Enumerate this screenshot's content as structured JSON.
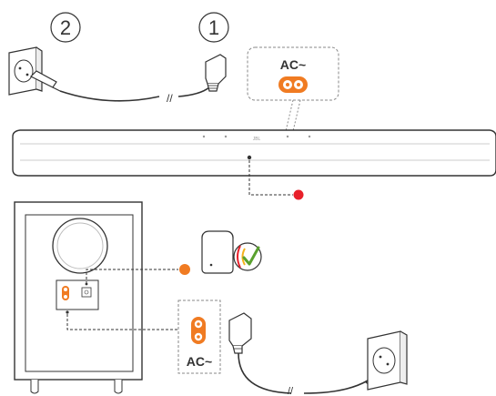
{
  "steps": {
    "step1_number": "1",
    "step2_number": "2"
  },
  "labels": {
    "ac_top": "AC~",
    "ac_bottom": "AC~",
    "brand": "JBL",
    "cable_break_mark": "//"
  },
  "icons": {
    "wall_outlet_top": "wall-outlet-icon",
    "wall_outlet_bottom": "wall-outlet-icon",
    "ac_socket_top": "ac-socket-icon",
    "ac_socket_bottom": "ac-socket-icon",
    "subwoofer_small": "subwoofer-icon",
    "wireless_check": "wireless-connected-icon"
  },
  "colors": {
    "accent_orange": "#f07b22",
    "soundbar_led_red": "#e8202a",
    "subwoofer_led_orange": "#f07b22",
    "check_green": "#5aa12f",
    "wireless_red": "#e8202a",
    "wireless_yellow": "#f4b21b",
    "line_dark": "#333333",
    "dashed_gray": "#8a8a8a"
  }
}
